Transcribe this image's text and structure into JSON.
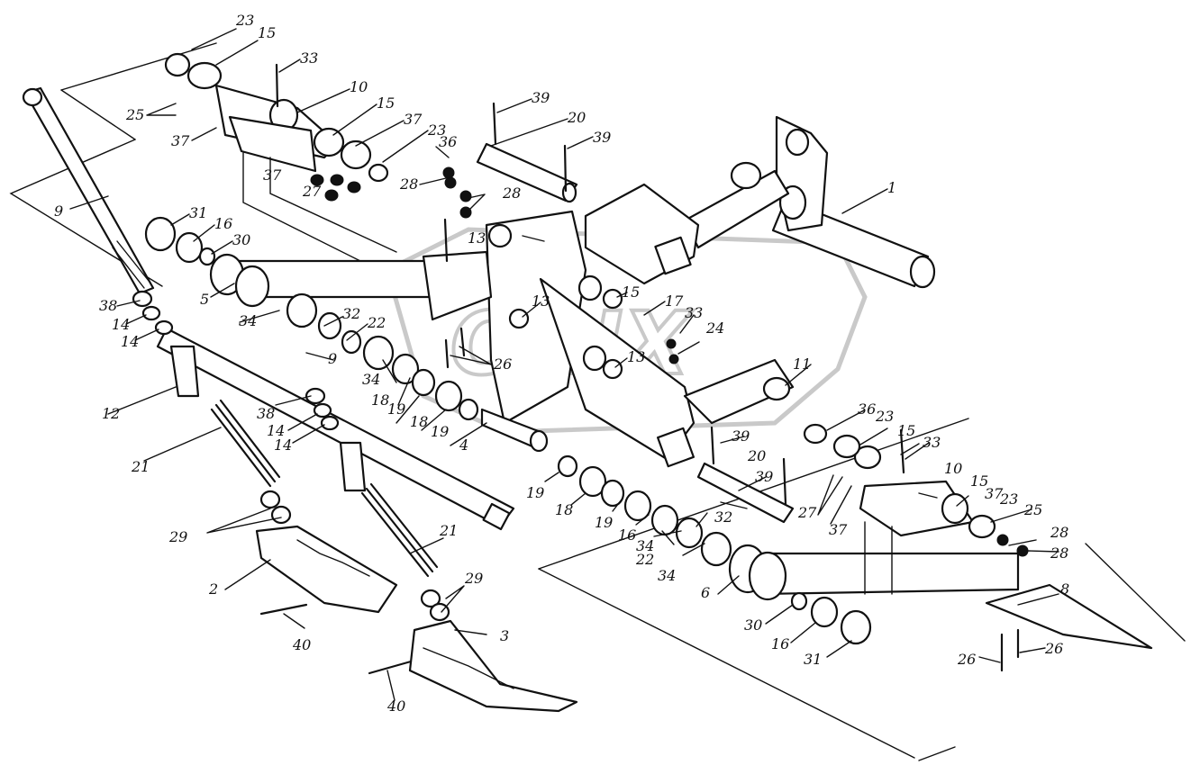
{
  "watermark": {
    "text": "ORIX"
  },
  "callouts": [
    {
      "id": "c-23a",
      "label": "23"
    },
    {
      "id": "c-15a",
      "label": "15"
    },
    {
      "id": "c-33a",
      "label": "33"
    },
    {
      "id": "c-10a",
      "label": "10"
    },
    {
      "id": "c-15b",
      "label": "15"
    },
    {
      "id": "c-25a",
      "label": "25"
    },
    {
      "id": "c-37a",
      "label": "37"
    },
    {
      "id": "c-37b",
      "label": "37"
    },
    {
      "id": "c-23b",
      "label": "23"
    },
    {
      "id": "c-37c",
      "label": "37"
    },
    {
      "id": "c-27a",
      "label": "27"
    },
    {
      "id": "c-36a",
      "label": "36"
    },
    {
      "id": "c-28a",
      "label": "28"
    },
    {
      "id": "c-28b",
      "label": "28"
    },
    {
      "id": "c-39a",
      "label": "39"
    },
    {
      "id": "c-20a",
      "label": "20"
    },
    {
      "id": "c-39b",
      "label": "39"
    },
    {
      "id": "c-1",
      "label": "1"
    },
    {
      "id": "c-9a",
      "label": "9"
    },
    {
      "id": "c-31a",
      "label": "31"
    },
    {
      "id": "c-16a",
      "label": "16"
    },
    {
      "id": "c-30a",
      "label": "30"
    },
    {
      "id": "c-13a",
      "label": "13"
    },
    {
      "id": "c-5",
      "label": "5"
    },
    {
      "id": "c-38a",
      "label": "38"
    },
    {
      "id": "c-14a",
      "label": "14"
    },
    {
      "id": "c-14b",
      "label": "14"
    },
    {
      "id": "c-34a",
      "label": "34"
    },
    {
      "id": "c-32a",
      "label": "32"
    },
    {
      "id": "c-22a",
      "label": "22"
    },
    {
      "id": "c-13b",
      "label": "13"
    },
    {
      "id": "c-15c",
      "label": "15"
    },
    {
      "id": "c-17",
      "label": "17"
    },
    {
      "id": "c-33b",
      "label": "33"
    },
    {
      "id": "c-24",
      "label": "24"
    },
    {
      "id": "c-13c",
      "label": "13"
    },
    {
      "id": "c-12",
      "label": "12"
    },
    {
      "id": "c-9b",
      "label": "9"
    },
    {
      "id": "c-34b",
      "label": "34"
    },
    {
      "id": "c-18a",
      "label": "18"
    },
    {
      "id": "c-26a",
      "label": "26"
    },
    {
      "id": "c-11",
      "label": "11"
    },
    {
      "id": "c-38b",
      "label": "38"
    },
    {
      "id": "c-19a",
      "label": "19"
    },
    {
      "id": "c-18b",
      "label": "18"
    },
    {
      "id": "c-19b",
      "label": "19"
    },
    {
      "id": "c-14c",
      "label": "14"
    },
    {
      "id": "c-14d",
      "label": "14"
    },
    {
      "id": "c-4",
      "label": "4"
    },
    {
      "id": "c-36b",
      "label": "36"
    },
    {
      "id": "c-23c",
      "label": "23"
    },
    {
      "id": "c-15d",
      "label": "15"
    },
    {
      "id": "c-33c",
      "label": "33"
    },
    {
      "id": "c-21a",
      "label": "21"
    },
    {
      "id": "c-39c",
      "label": "39"
    },
    {
      "id": "c-20b",
      "label": "20"
    },
    {
      "id": "c-10b",
      "label": "10"
    },
    {
      "id": "c-15e",
      "label": "15"
    },
    {
      "id": "c-37d",
      "label": "37"
    },
    {
      "id": "c-23d",
      "label": "23"
    },
    {
      "id": "c-25b",
      "label": "25"
    },
    {
      "id": "c-39d",
      "label": "39"
    },
    {
      "id": "c-27b",
      "label": "27"
    },
    {
      "id": "c-19c",
      "label": "19"
    },
    {
      "id": "c-18c",
      "label": "18"
    },
    {
      "id": "c-19d",
      "label": "19"
    },
    {
      "id": "c-16b",
      "label": "16"
    },
    {
      "id": "c-32b",
      "label": "32"
    },
    {
      "id": "c-37e",
      "label": "37"
    },
    {
      "id": "c-28c",
      "label": "28"
    },
    {
      "id": "c-28d",
      "label": "28"
    },
    {
      "id": "c-29a",
      "label": "29"
    },
    {
      "id": "c-21b",
      "label": "21"
    },
    {
      "id": "c-34c",
      "label": "34"
    },
    {
      "id": "c-22b",
      "label": "22"
    },
    {
      "id": "c-34d",
      "label": "34"
    },
    {
      "id": "c-2",
      "label": "2"
    },
    {
      "id": "c-6",
      "label": "6"
    },
    {
      "id": "c-29b",
      "label": "29"
    },
    {
      "id": "c-8",
      "label": "8"
    },
    {
      "id": "c-30b",
      "label": "30"
    },
    {
      "id": "c-3",
      "label": "3"
    },
    {
      "id": "c-16c",
      "label": "16"
    },
    {
      "id": "c-40a",
      "label": "40"
    },
    {
      "id": "c-31b",
      "label": "31"
    },
    {
      "id": "c-26b",
      "label": "26"
    },
    {
      "id": "c-26c",
      "label": "26"
    },
    {
      "id": "c-40b",
      "label": "40"
    }
  ]
}
